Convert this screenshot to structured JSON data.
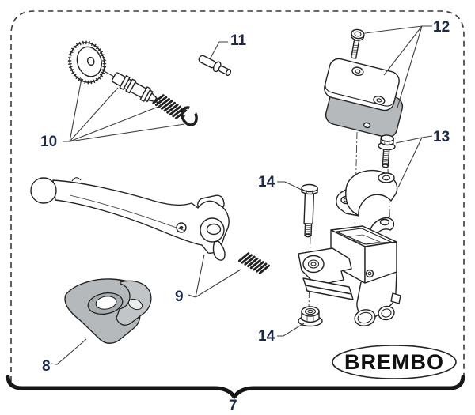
{
  "logo": {
    "text": "BREMBO"
  },
  "callouts": {
    "assembly": "7",
    "boot": "8",
    "lever_and_spring": "9",
    "piston_repair_kit": "10",
    "pivot_pin": "11",
    "reservoir_cap_kit": "12",
    "clamp_bolt": "13",
    "lever_pivot_bolt": "14",
    "lever_pivot_nut": "14"
  },
  "colors": {
    "callout_text": "#1e2a4a",
    "outline": "#232323",
    "part_gray": "#b6b9bb",
    "logo_ink": "#101010",
    "background": "#ffffff"
  }
}
